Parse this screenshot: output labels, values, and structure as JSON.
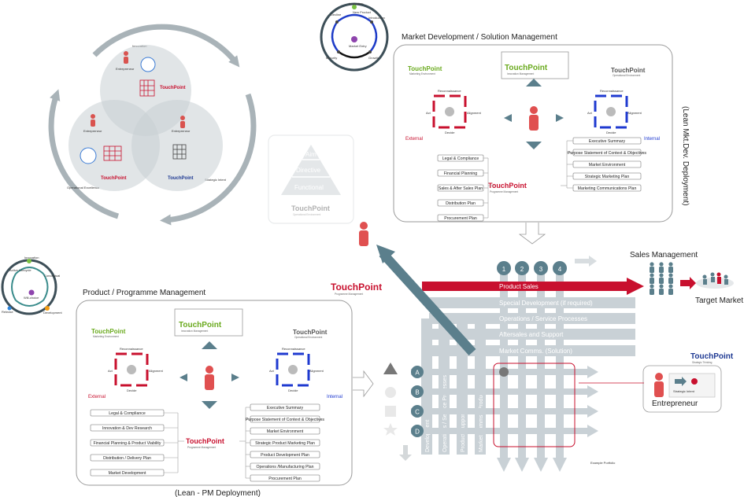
{
  "colors": {
    "accent_red": "#c8102e",
    "steel": "#5b7f8c",
    "band_gray": "#c9d1d6",
    "green": "#6aaa1e",
    "blue": "#1f3a93"
  },
  "venn": {
    "entrepreneur_labels": [
      "Entrepreneur",
      "Entrepreneur",
      "Entrepreneur"
    ],
    "touchpoints": [
      "TouchPoint",
      "TouchPoint",
      "TouchPoint"
    ],
    "ring_labels": [
      "Innovation",
      "Strategic Intent",
      "Operational Excellence"
    ]
  },
  "top_cycle": {
    "labels": [
      "Innovation",
      "Market Entry",
      "Introduction",
      "Growth",
      "Maturity",
      "Decline",
      "New Product"
    ]
  },
  "left_cycle": {
    "labels": [
      "Innovation",
      "Active Lifecycle",
      "Conceptual",
      "Will-choice",
      "Release",
      "Development"
    ]
  },
  "pyramid": {
    "levels": [
      "Aim",
      "Directive",
      "Functional"
    ],
    "brand": "TouchPoint",
    "sub": "Operational Environment"
  },
  "market_panel": {
    "title": "Market Development / Solution Management",
    "deployment": "(Lean Mkt.Dev. Deployment)",
    "tp_left": "TouchPoint",
    "tp_left_sub": "Marketing Environment",
    "tp_center": "TouchPoint",
    "tp_center_sub": "Innovation Management",
    "tp_right": "TouchPoint",
    "tp_right_sub": "Operational Environment",
    "cycle_labels": [
      "Reconnaissance",
      "Act",
      "Alignment",
      "Decide"
    ],
    "external": "External",
    "internal": "Internal",
    "tp_hub": "TouchPoint",
    "tp_hub_sub": "Programme Management",
    "left_items": [
      "Legal & Compliance",
      "Financial Planning",
      "Sales & After Sales Plan",
      "Distribution Plan",
      "Procurement Plan"
    ],
    "right_items": [
      "Executive Summary",
      "Purpose Statement of Context & Objectives",
      "Market Environment",
      "Strategic Marketing Plan",
      "Marketing Communications Plan"
    ]
  },
  "product_panel": {
    "title": "Product / Programme Management",
    "deployment": "(Lean - PM Deployment)",
    "tp_left": "TouchPoint",
    "tp_left_sub": "Marketing Environment",
    "tp_center": "TouchPoint",
    "tp_center_sub": "Innovation Management",
    "tp_right": "TouchPoint",
    "tp_right_sub": "Operational Environment",
    "cycle_labels": [
      "Reconnaissance",
      "Act",
      "Alignment",
      "Decide"
    ],
    "external": "External",
    "internal": "Internal",
    "tp_hub": "TouchPoint",
    "tp_hub_sub": "Programme Management",
    "left_items": [
      "Legal & Compliance",
      "Innovation & Dev Research",
      "Financial Planning & Product Viability",
      "Distribution / Delivery Plan",
      "Market Development"
    ],
    "right_items": [
      "Executive Summary",
      "Purpose Statement of Context & Objectives",
      "Market Environment",
      "Strategic Product Marketing Plan",
      "Product Development Plan",
      "Operations /Manufacturing Plan",
      "Procurement Plan"
    ]
  },
  "matrix": {
    "pm_brand": "TouchPoint",
    "pm_sub": "Programme Management",
    "top_numbers": [
      "1",
      "2",
      "3",
      "4"
    ],
    "bands": [
      "Product Sales",
      "Special Development (if required)",
      "Operations / Service Processes",
      "Aftersales and Support",
      "Market Comms. (Solution)"
    ],
    "row_letters": [
      "A",
      "B",
      "C",
      "D"
    ],
    "columns": [
      "Development",
      "Operations / Service Processes",
      "Product Support",
      "Market Comms. (Product)"
    ],
    "example": "Example Portfolio"
  },
  "right_side": {
    "sales": "Sales Management",
    "target": "Target Market",
    "sm_brand": "TouchPoint",
    "sm_sub": "Strategic Thinking",
    "strategic_intent": "Strategic Intent",
    "entrepreneur": "Entrepreneur"
  }
}
